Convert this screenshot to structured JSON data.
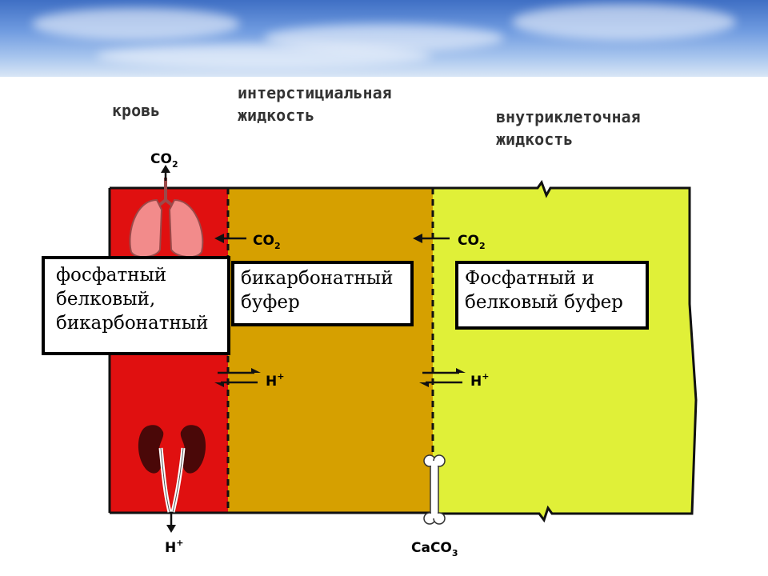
{
  "headers": {
    "blood": "кровь",
    "interstitial": "интерстициальная\nжидкость",
    "intracellular": "внутриклеточная\nжидкость"
  },
  "boxes": {
    "blood": "фосфатный\nбелковый,\nбикарбонатный",
    "interstitial": "бикарбонатный\nбуфер",
    "intracellular": "Фосфатный и\nбелковый буфер"
  },
  "labels": {
    "co2_top": "CO",
    "co2_mid1": "CO",
    "co2_mid2": "CO",
    "co2_sub": "2",
    "h_left": "H",
    "h_right": "H",
    "h_bottom": "H",
    "h_sup": "+",
    "caco": "CaCO",
    "caco_sub": "3"
  },
  "colors": {
    "blood": "#e01010",
    "interstitial": "#d6a000",
    "intracellular": "#e0f038"
  },
  "icons": [
    "lungs-icon",
    "kidneys-icon",
    "bone-icon"
  ]
}
